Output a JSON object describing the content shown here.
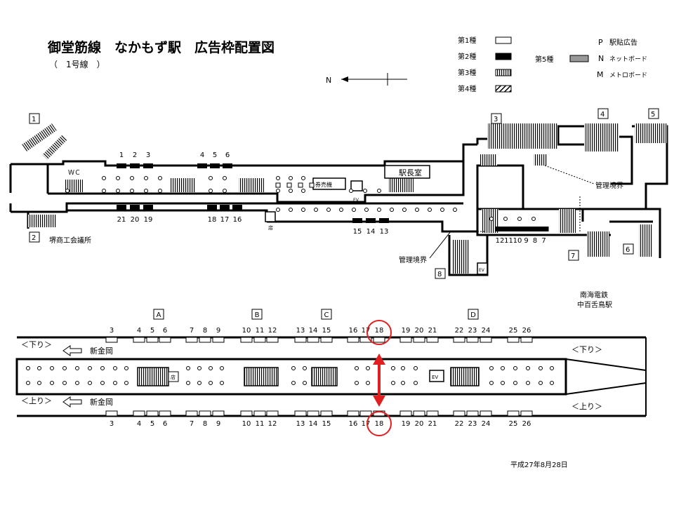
{
  "header": {
    "title": "御堂筋線　なかもず駅　広告枠配置図",
    "subtitle": "（　1号線　）",
    "north_label": "N"
  },
  "legend": {
    "types": [
      {
        "label": "第1種",
        "style": "white"
      },
      {
        "label": "第2種",
        "style": "black"
      },
      {
        "label": "第3種",
        "style": "stripe"
      },
      {
        "label": "第4種",
        "style": "hatch"
      }
    ],
    "type5_label": "第5種",
    "media": [
      {
        "code": "P",
        "label": "駅貼広告"
      },
      {
        "code": "N",
        "label": "ネットボード"
      },
      {
        "code": "M",
        "label": "メトロボード"
      }
    ]
  },
  "concourse": {
    "exits": [
      "1",
      "2",
      "3",
      "4",
      "5",
      "6",
      "7",
      "8"
    ],
    "labels": {
      "wc": "ＷＣ",
      "ticket_machines": "券売機",
      "station_master": "駅長室",
      "ev": "EV",
      "shop": "店",
      "chamber": "堺商工会議所",
      "boundary": "管理境界",
      "nankai": "南海電鉄",
      "nankai_station": "中百舌鳥駅"
    },
    "board_numbers": {
      "top_left": [
        "1",
        "2",
        "3"
      ],
      "top_mid": [
        "4",
        "5",
        "6"
      ],
      "bottom_left": [
        "21",
        "20",
        "19"
      ],
      "bottom_mid": [
        "18",
        "17",
        "16"
      ],
      "center": [
        "15",
        "14",
        "13"
      ],
      "right": [
        "12",
        "11",
        "10",
        "9",
        "8",
        "7"
      ]
    }
  },
  "platform": {
    "section_labels": [
      "A",
      "B",
      "C",
      "D"
    ],
    "board_numbers": [
      "3",
      "4",
      "5",
      "6",
      "7",
      "8",
      "9",
      "10",
      "11",
      "12",
      "13",
      "14",
      "15",
      "16",
      "17",
      "18",
      "19",
      "20",
      "21",
      "22",
      "23",
      "24",
      "25",
      "26"
    ],
    "down_label": "＜下り＞",
    "up_label": "＜上り＞",
    "destination": "新金岡",
    "shop": "店",
    "ev": "EV",
    "highlighted_board": "18",
    "highlight_color": "#e02020"
  },
  "footer": {
    "date": "平成27年8月28日"
  }
}
